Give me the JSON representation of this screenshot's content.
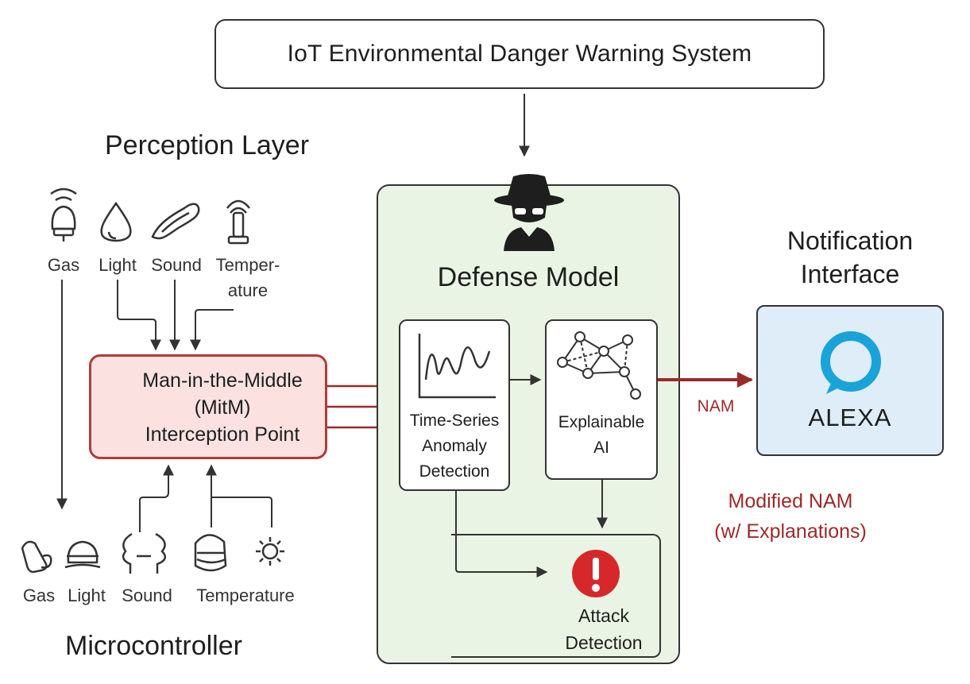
{
  "system": {
    "title": "IoT Environmental Danger Warning System"
  },
  "perception": {
    "title": "Perception Layer",
    "sensors": [
      "Gas",
      "Light",
      "Sound",
      "Temper-",
      "ature"
    ]
  },
  "mitm": {
    "line1": "Man-in-the-Middle",
    "line2": "(MitM)",
    "line3": "Interception Point"
  },
  "defense": {
    "title": "Defense Model",
    "timeseries": {
      "line1": "Time-Series",
      "line2": "Anomaly",
      "line3": "Detection"
    },
    "xai": {
      "line1": "Explainable",
      "line2": "AI"
    },
    "attack": {
      "line1": "Attack",
      "line2": "Detection"
    }
  },
  "notification": {
    "line1": "Notification",
    "line2": "Interface",
    "device": "ALEXA"
  },
  "flows": {
    "nam": "NAM",
    "modified_line1": "Modified NAM",
    "modified_line2": "(w/ Explanations)"
  },
  "microcontroller": {
    "title": "Microcontroller",
    "sensors": [
      "Gas",
      "Light",
      "Sound",
      "Temperature"
    ]
  },
  "colors": {
    "alert_red": "#9b2a2a",
    "mitm_fill": "#fbe2e1",
    "defense_fill": "#eaf4e4",
    "alexa_blue": "#1aa3d9",
    "notif_fill": "#deedf8",
    "attack_red": "#d6282b"
  },
  "icons": [
    "gas-sensor-icon",
    "light-drop-icon",
    "sound-wave-icon",
    "temperature-antenna-icon",
    "network-node-icon",
    "spy-icon",
    "line-chart-icon",
    "graph-network-icon",
    "exclamation-alert-icon",
    "alexa-ring-icon",
    "cylinder-icon",
    "bulb-icon",
    "sound-bracket-icon",
    "thermo-face-icon",
    "sun-icon"
  ]
}
